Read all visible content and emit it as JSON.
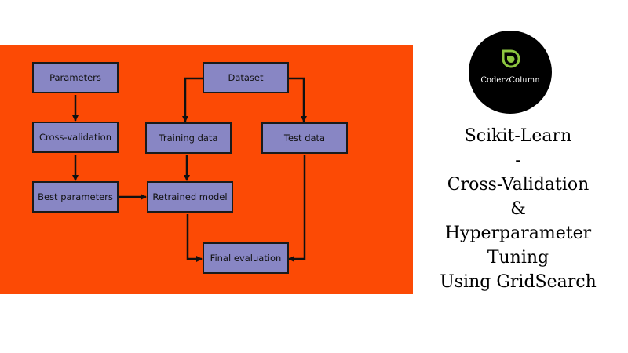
{
  "diagram": {
    "nodes": {
      "parameters": "Parameters",
      "cross_validation": "Cross-validation",
      "best_parameters": "Best parameters",
      "dataset": "Dataset",
      "training_data": "Training data",
      "test_data": "Test data",
      "retrained_model": "Retrained model",
      "final_evaluation": "Final evaluation"
    },
    "colors": {
      "background": "#fc4a05",
      "box": "#8886c4"
    }
  },
  "logo": {
    "text": "CoderzColumn",
    "accent": "#8dc63f"
  },
  "title_lines": [
    "Scikit-Learn",
    "-",
    "Cross-Validation",
    "&",
    "Hyperparameter",
    "Tuning",
    "Using GridSearch"
  ]
}
